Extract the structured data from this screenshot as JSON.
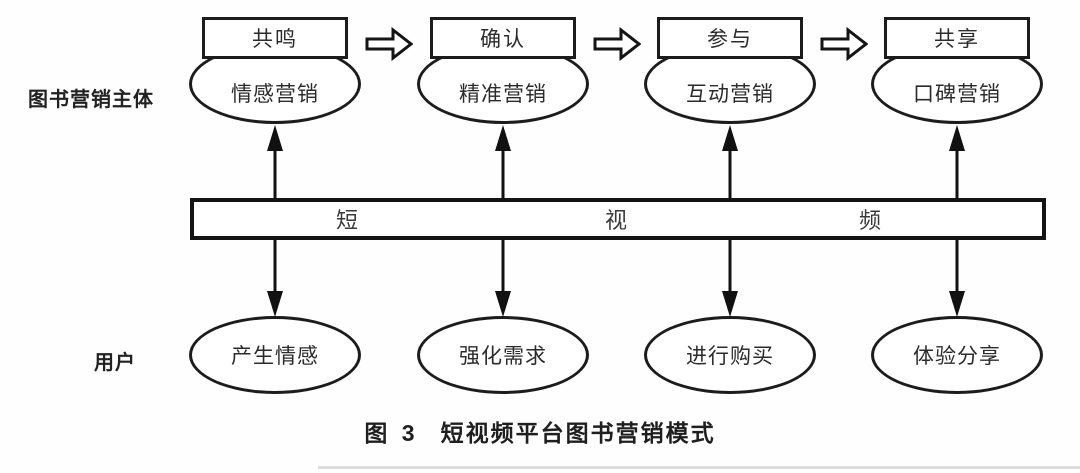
{
  "figure": {
    "subject_label": "图书营销主体",
    "user_label": "用户",
    "bar": {
      "char1": "短",
      "char2": "视",
      "char3": "频"
    },
    "columns": [
      {
        "stage": "共鸣",
        "marketing": "情感营销",
        "action": "产生情感"
      },
      {
        "stage": "确认",
        "marketing": "精准营销",
        "action": "强化需求"
      },
      {
        "stage": "参与",
        "marketing": "互动营销",
        "action": "进行购买"
      },
      {
        "stage": "共享",
        "marketing": "口碑营销",
        "action": "体验分享"
      }
    ],
    "caption": {
      "prefix": "图 3",
      "title": "短视频平台图书营销模式"
    },
    "colors": {
      "line": "#1c1c1c",
      "text": "#2b2b2b",
      "divider": "#dddddd"
    }
  }
}
